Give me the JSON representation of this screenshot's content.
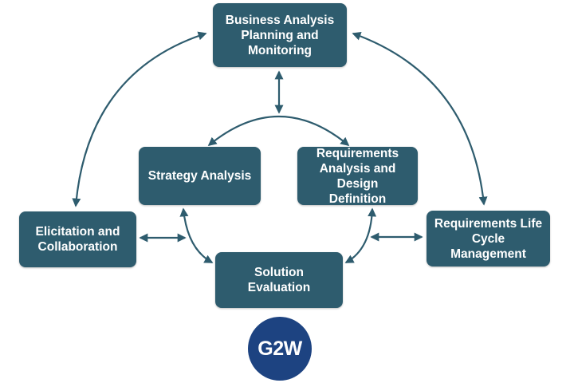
{
  "diagram": {
    "colors": {
      "box_fill": "#2e5c6e",
      "connector": "#2e5c6e",
      "text": "#ffffff",
      "logo_fill": "#1d4381"
    },
    "nodes": {
      "planning": "Business Analysis\nPlanning and\nMonitoring",
      "strategy": "Strategy Analysis",
      "radd": "Requirements\nAnalysis and Design\nDefinition",
      "elicitation": "Elicitation and\nCollaboration",
      "rlcm": "Requirements Life\nCycle Management",
      "solution": "Solution Evaluation"
    },
    "logo": "G2W"
  }
}
